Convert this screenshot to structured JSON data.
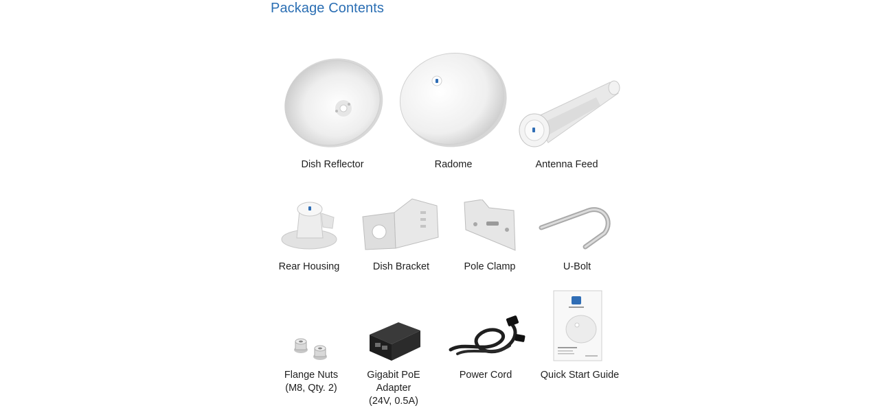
{
  "title": "Package Contents",
  "items": [
    {
      "icon": "dish-reflector-icon",
      "label_lines": [
        "Dish Reflector"
      ]
    },
    {
      "icon": "radome-icon",
      "label_lines": [
        "Radome"
      ]
    },
    {
      "icon": "antenna-feed-icon",
      "label_lines": [
        "Antenna Feed"
      ]
    },
    {
      "icon": "rear-housing-icon",
      "label_lines": [
        "Rear Housing"
      ]
    },
    {
      "icon": "dish-bracket-icon",
      "label_lines": [
        "Dish Bracket"
      ]
    },
    {
      "icon": "pole-clamp-icon",
      "label_lines": [
        "Pole Clamp"
      ]
    },
    {
      "icon": "u-bolt-icon",
      "label_lines": [
        "U-Bolt"
      ]
    },
    {
      "icon": "flange-nuts-icon",
      "label_lines": [
        "Flange Nuts",
        "(M8, Qty. 2)"
      ]
    },
    {
      "icon": "poe-adapter-icon",
      "label_lines": [
        "Gigabit PoE",
        "Adapter",
        "(24V, 0.5A)"
      ]
    },
    {
      "icon": "power-cord-icon",
      "label_lines": [
        "Power Cord"
      ]
    },
    {
      "icon": "quick-start-guide-icon",
      "label_lines": [
        "Quick Start Guide"
      ]
    }
  ]
}
